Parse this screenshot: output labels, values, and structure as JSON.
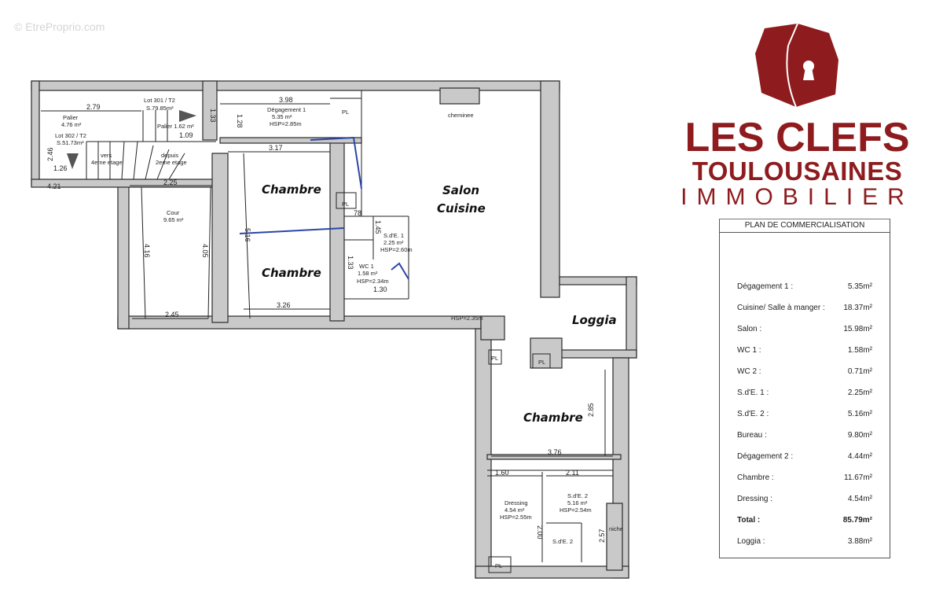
{
  "watermark": "© EtreProprio.com",
  "logo": {
    "line1": "LES CLEFS",
    "line2": "TOULOUSAINES",
    "line3": "IMMOBILIER",
    "brand_color": "#8e1c1f",
    "icon": "house-keyhole-icon"
  },
  "plan": {
    "rooms": {
      "chambre_top": "Chambre",
      "chambre_mid": "Chambre",
      "salon": "Salon",
      "cuisine": "Cuisine",
      "loggia": "Loggia",
      "chambre_bottom": "Chambre"
    },
    "labels": {
      "palier": "Palier",
      "palier_area": "4.76 m²",
      "lot301": "Lot 301 / T2",
      "lot301_area": "S.79.85m²",
      "lot302": "Lot 302 / T2",
      "lot302_area": "S.51.73m²",
      "palier2": "Palier 1.62 m²",
      "vers": "vers",
      "vers2": "4eme etage",
      "depuis": "depuis",
      "depuis2": "2eme etage",
      "degagement": "Dégagement 1",
      "degagement_area": "5.35 m²",
      "degagement_hsp": "HSP=2.85m",
      "cour": "Cour",
      "cour_area": "9.65 m²",
      "cheminee": "cheminee",
      "sde1": "S.d'E. 1",
      "sde1_area": "2.25 m²",
      "sde1_hsp": "HSP=2.60m",
      "wc1": "WC 1",
      "wc1_area": "1.58 m²",
      "wc1_hsp": "HSP=2.34m",
      "hsp_main": "HSP=2.35m",
      "pl": "PL",
      "dressing": "Dressing",
      "dressing_area": "4.54 m²",
      "dressing_hsp": "HSP=2.55m",
      "sde2": "S.d'E. 2",
      "sde2_area": "5.16 m²",
      "sde2_hsp": "HSP=2.54m",
      "sde2_small": "S.d'E. 2",
      "niche": "niche"
    },
    "dims": {
      "d279": "2.79",
      "d398": "3.98",
      "d109": "1.09",
      "d133": "1.33",
      "d128": "1.28",
      "d246": "2.46",
      "d126": "1.26",
      "d421": "4.21",
      "d225": "2.25",
      "d317": "3.17",
      "d416": "4.16",
      "d405": "4.05",
      "d245": "2.45",
      "d326": "3.26",
      "d516": "5.16",
      "d78": "78",
      "d145": "1.45",
      "d133b": "1.33",
      "d130": "1.30",
      "d285": "2.85",
      "d376": "3.76",
      "d160": "1.60",
      "d211": "2.11",
      "d200": "2.00",
      "d257": "2.57"
    }
  },
  "table": {
    "title": "PLAN DE COMMERCIALISATION",
    "rows": [
      {
        "label": "Dégagement 1 :",
        "value": "5.35m²"
      },
      {
        "label": "Cuisine/ Salle à manger :",
        "value": "18.37m²"
      },
      {
        "label": "Salon :",
        "value": "15.98m²"
      },
      {
        "label": "WC 1 :",
        "value": "1.58m²"
      },
      {
        "label": "WC 2 :",
        "value": "0.71m²"
      },
      {
        "label": "S.d'E. 1 :",
        "value": "2.25m²"
      },
      {
        "label": "S.d'E. 2 :",
        "value": "5.16m²"
      },
      {
        "label": "Bureau :",
        "value": "9.80m²"
      },
      {
        "label": "Dégagement 2 :",
        "value": "4.44m²"
      },
      {
        "label": "Chambre :",
        "value": "11.67m²"
      },
      {
        "label": "Dressing :",
        "value": "4.54m²"
      },
      {
        "label": "Total :",
        "value": "85.79m²"
      },
      {
        "label": "Loggia :",
        "value": "3.88m²"
      }
    ]
  }
}
